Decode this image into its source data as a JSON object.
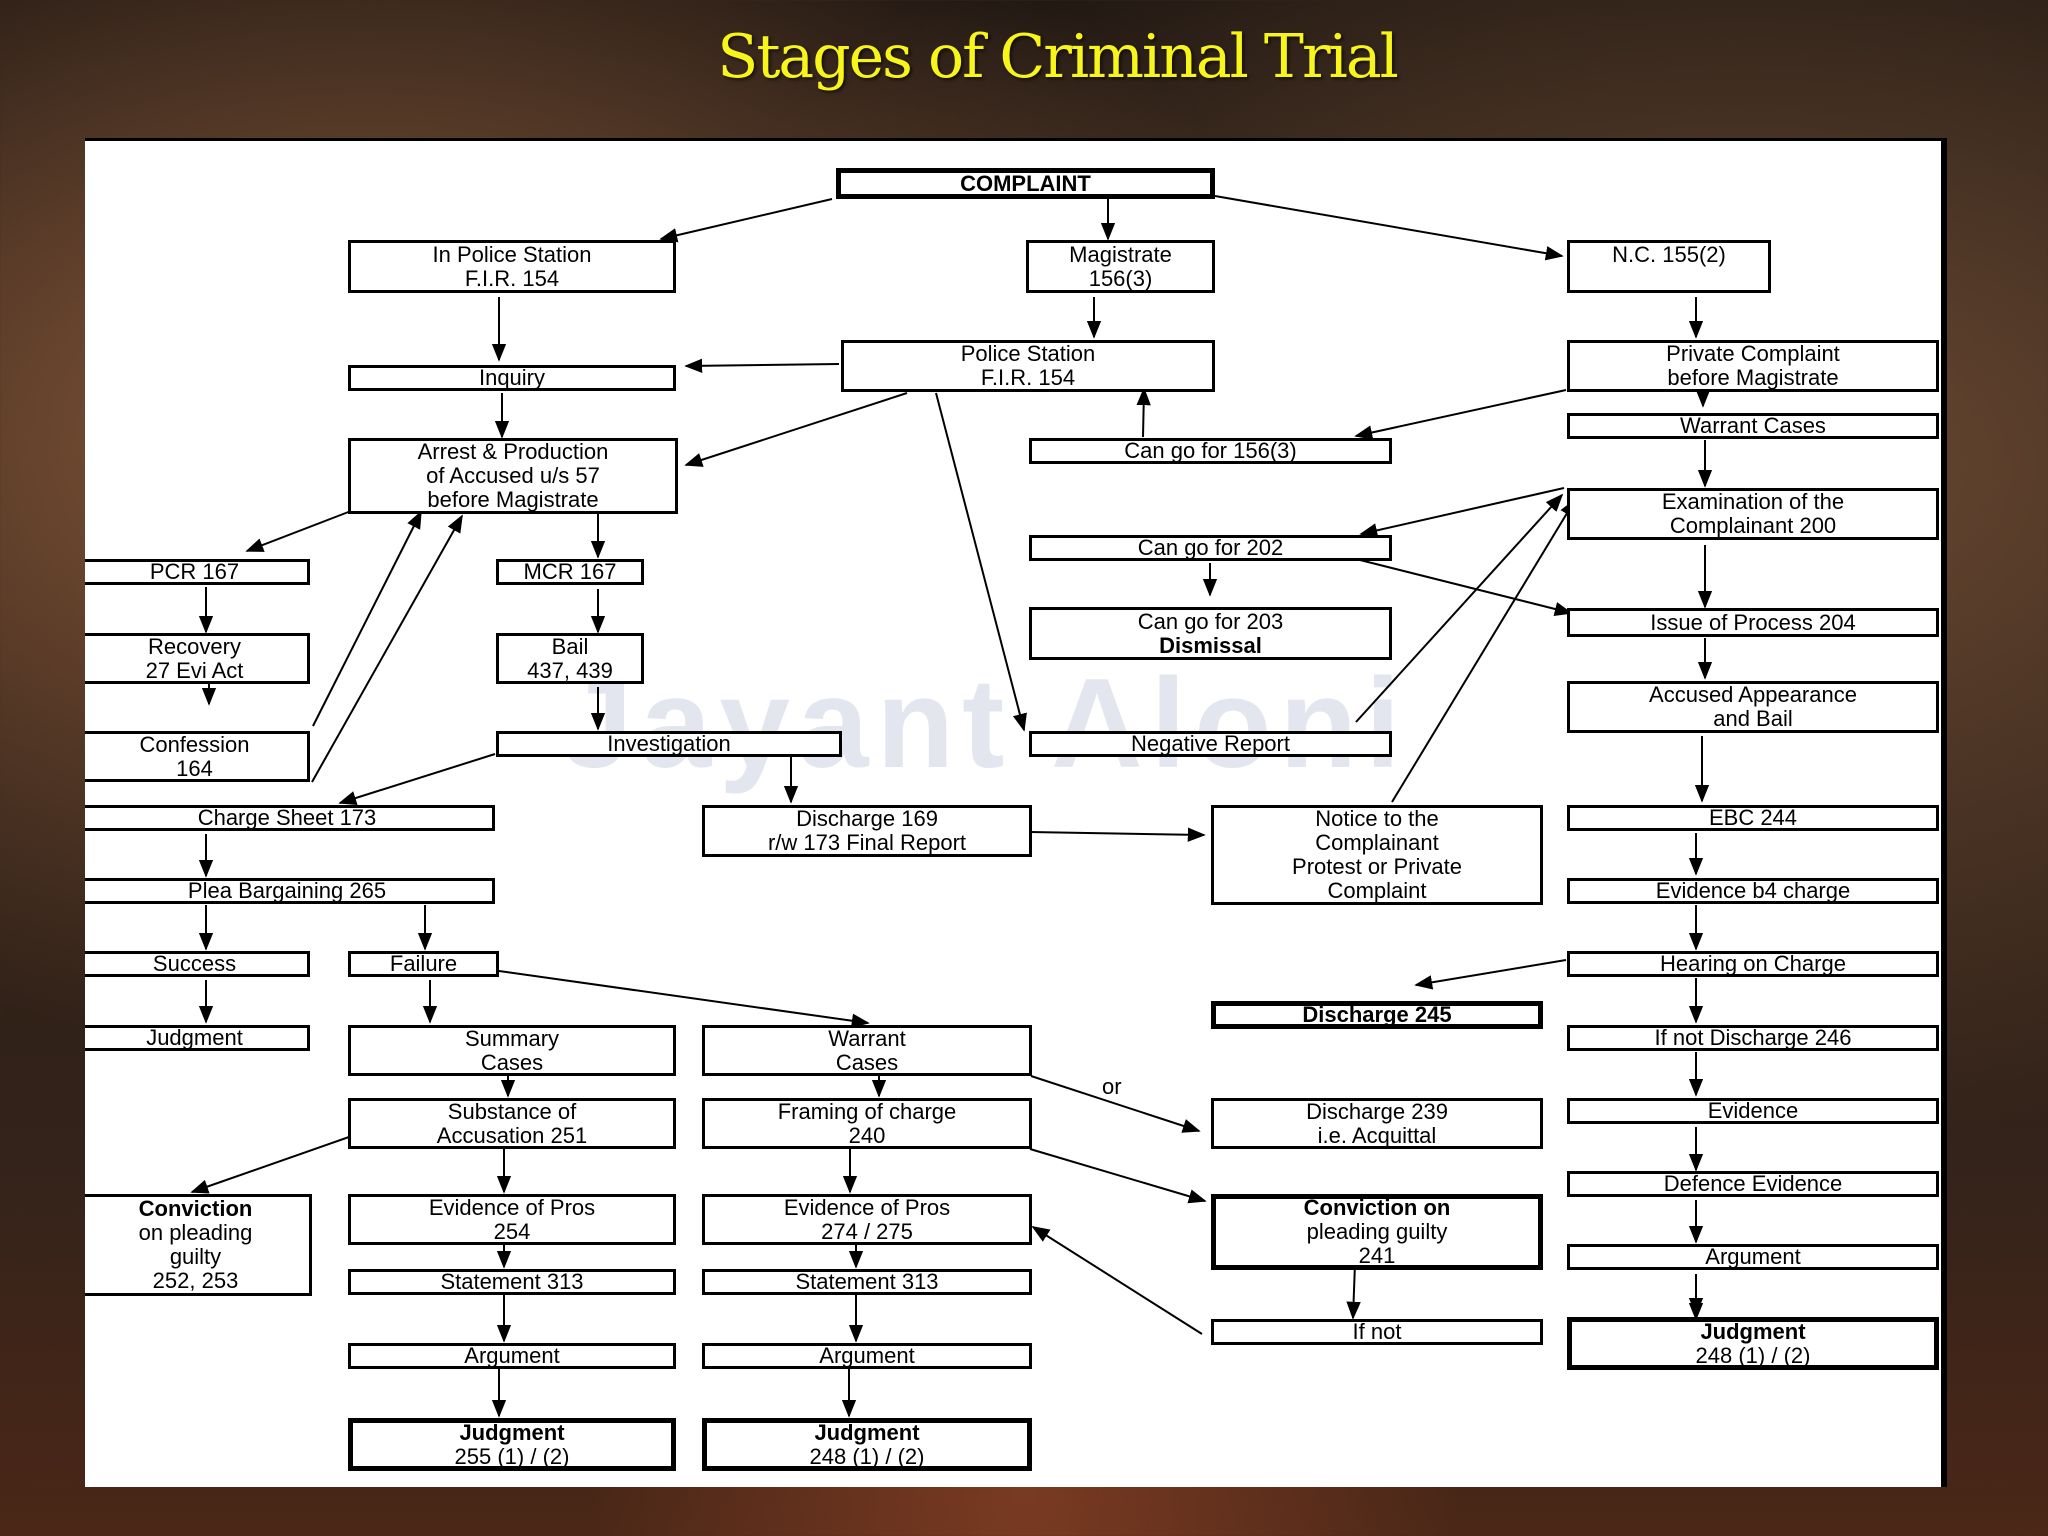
{
  "title": "Stages of Criminal Trial",
  "watermark": "Jayant Aloni",
  "or_label": "or",
  "nodes": {
    "complaint": {
      "l1": "COMPLAINT"
    },
    "police_fir": {
      "l1": "In Police Station",
      "l2": "F.I.R. 154"
    },
    "magistrate": {
      "l1": "Magistrate",
      "l2": "156(3)"
    },
    "nc": {
      "l1": "N.C. 155(2)"
    },
    "inquiry": {
      "l1": "Inquiry"
    },
    "ps_fir": {
      "l1": "Police Station",
      "l2": "F.I.R. 154"
    },
    "private_complaint": {
      "l1": "Private Complaint",
      "l2": "before Magistrate"
    },
    "warrant_cases_r": {
      "l1": "Warrant Cases"
    },
    "arrest": {
      "l1": "Arrest & Production",
      "l2": "of Accused u/s 57",
      "l3": "before Magistrate"
    },
    "go_156": {
      "l1": "Can go for 156(3)"
    },
    "exam_complainant": {
      "l1": "Examination of the",
      "l2": "Complainant 200"
    },
    "pcr": {
      "l1": "PCR 167"
    },
    "mcr": {
      "l1": "MCR 167"
    },
    "go_202": {
      "l1": "Can go for 202"
    },
    "recovery": {
      "l1": "Recovery",
      "l2": "27 Evi Act"
    },
    "bail": {
      "l1": "Bail",
      "l2": "437, 439"
    },
    "go_203": {
      "l1": "Can go for 203",
      "l2": "Dismissal"
    },
    "issue_process": {
      "l1": "Issue of Process 204"
    },
    "appearance": {
      "l1": "Accused Appearance",
      "l2": "and Bail"
    },
    "confession": {
      "l1": "Confession",
      "l2": "164"
    },
    "investigation": {
      "l1": "Investigation"
    },
    "negative_report": {
      "l1": "Negative Report"
    },
    "charge_sheet": {
      "l1": "Charge Sheet 173"
    },
    "discharge_169": {
      "l1": "Discharge 169",
      "l2": "r/w 173 Final Report"
    },
    "notice": {
      "l1": "Notice to the",
      "l2": "Complainant",
      "l3": "Protest or Private",
      "l4": "Complaint"
    },
    "ebc": {
      "l1": "EBC 244"
    },
    "plea": {
      "l1": "Plea Bargaining 265"
    },
    "evidence_b4": {
      "l1": "Evidence b4 charge"
    },
    "success": {
      "l1": "Success"
    },
    "failure": {
      "l1": "Failure"
    },
    "hearing": {
      "l1": "Hearing on Charge"
    },
    "discharge_245": {
      "l1": "Discharge 245"
    },
    "judgment_plea": {
      "l1": "Judgment"
    },
    "summary_cases": {
      "l1": "Summary",
      "l2": "Cases"
    },
    "warrant_cases": {
      "l1": "Warrant",
      "l2": "Cases"
    },
    "not_discharge": {
      "l1": "If not Discharge 246"
    },
    "substance": {
      "l1": "Substance of",
      "l2": "Accusation 251"
    },
    "framing": {
      "l1": "Framing of charge",
      "l2": "240"
    },
    "discharge_239": {
      "l1": "Discharge 239",
      "l2": "i.e. Acquittal"
    },
    "evidence_r": {
      "l1": "Evidence"
    },
    "conviction_plea": {
      "l1": "Conviction",
      "l2": "on pleading",
      "l3": "guilty",
      "l4": "252, 253"
    },
    "evidence_pros_254": {
      "l1": "Evidence of Pros",
      "l2": "254"
    },
    "evidence_pros_274": {
      "l1": "Evidence of Pros",
      "l2": "274 / 275"
    },
    "conviction_241": {
      "l1": "Conviction on",
      "l2": "pleading guilty",
      "l3": "241"
    },
    "defence_evidence": {
      "l1": "Defence Evidence"
    },
    "statement_l": {
      "l1": "Statement 313"
    },
    "statement_m": {
      "l1": "Statement 313"
    },
    "argument_r": {
      "l1": "Argument"
    },
    "if_not": {
      "l1": "If not"
    },
    "judgment_r": {
      "l1": "Judgment",
      "l2": "248 (1) / (2)"
    },
    "argument_l": {
      "l1": "Argument"
    },
    "argument_m": {
      "l1": "Argument"
    },
    "judgment_l": {
      "l1": "Judgment",
      "l2": "255 (1) / (2)"
    },
    "judgment_m": {
      "l1": "Judgment",
      "l2": "248 (1) / (2)"
    }
  }
}
